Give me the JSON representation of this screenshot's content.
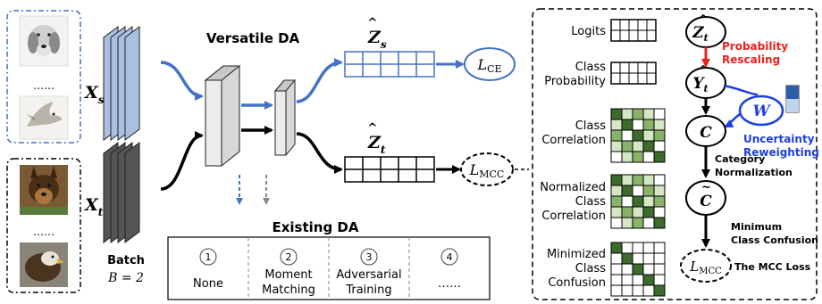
{
  "labels": {
    "xs": "X",
    "xs_sub": "s",
    "xt": "X",
    "xt_sub": "t",
    "dots_source": "……",
    "dots_target": "……",
    "batch": "Batch",
    "batch_eq": "B = 2",
    "versatile_da": "Versatile DA",
    "zs": "Z",
    "zs_sub": "s",
    "zt": "Z",
    "zt_sub": "t",
    "lce": "L",
    "lce_sub": "CE",
    "lmcc": "L",
    "lmcc_sub": "MCC",
    "existing_da": "Existing DA"
  },
  "existing_methods": [
    {
      "num": "1",
      "line1": "None",
      "line2": ""
    },
    {
      "num": "2",
      "line1": "Moment",
      "line2": "Matching"
    },
    {
      "num": "3",
      "line1": "Adversarial",
      "line2": "Training"
    },
    {
      "num": "4",
      "line1": "……",
      "line2": ""
    }
  ],
  "right_panel": {
    "row_labels": [
      {
        "lines": [
          "Logits"
        ]
      },
      {
        "lines": [
          "Class",
          "Probability"
        ]
      },
      {
        "lines": [
          "Class",
          "Correlation"
        ]
      },
      {
        "lines": [
          "Normalized",
          "Class",
          "Correlation"
        ]
      },
      {
        "lines": [
          "Minimized",
          "Class",
          "Confusion"
        ]
      }
    ],
    "nodes": {
      "zt": "Z",
      "zt_sub": "t",
      "yt": "Y",
      "yt_sub": "t",
      "c": "C",
      "c_tilde": "C",
      "w": "W",
      "lmcc": "L",
      "lmcc_sub": "MCC"
    },
    "step_labels": {
      "prob_rescaling": [
        "Probability",
        "Rescaling"
      ],
      "uncertainty_reweighting": [
        "Uncertainty",
        "Reweighting"
      ],
      "category_normalization": [
        "Category",
        "Normalization"
      ],
      "min_class_confusion": [
        "Minimum",
        "Class Confusion"
      ],
      "mcc_loss": "The MCC Loss"
    }
  },
  "colors": {
    "source_blue": "#4472c4",
    "source_fill": "#a9c0e0",
    "target_fill": "#555555",
    "probability_red": "#e8221e",
    "uncertainty_blue": "#1c3fe0",
    "green_dark": "#3d6b2c",
    "green_mid": "#8ab36a",
    "green_light": "#d4e6c3"
  },
  "matrices": {
    "correlation": [
      [
        3,
        1,
        2,
        1,
        0
      ],
      [
        1,
        3,
        0,
        2,
        1
      ],
      [
        2,
        0,
        3,
        1,
        2
      ],
      [
        1,
        2,
        1,
        4,
        0
      ],
      [
        0,
        1,
        2,
        0,
        3
      ]
    ],
    "normalized": [
      [
        4,
        1,
        2,
        1,
        0
      ],
      [
        1,
        3,
        0,
        2,
        1
      ],
      [
        2,
        0,
        3,
        1,
        2
      ],
      [
        1,
        2,
        1,
        3,
        0
      ],
      [
        0,
        1,
        2,
        0,
        3
      ]
    ],
    "minimized": [
      [
        4,
        0,
        0,
        0,
        0
      ],
      [
        0,
        4,
        0,
        0,
        0
      ],
      [
        0,
        0,
        4,
        0,
        0
      ],
      [
        0,
        0,
        0,
        4,
        0
      ],
      [
        0,
        0,
        0,
        0,
        4
      ]
    ]
  }
}
